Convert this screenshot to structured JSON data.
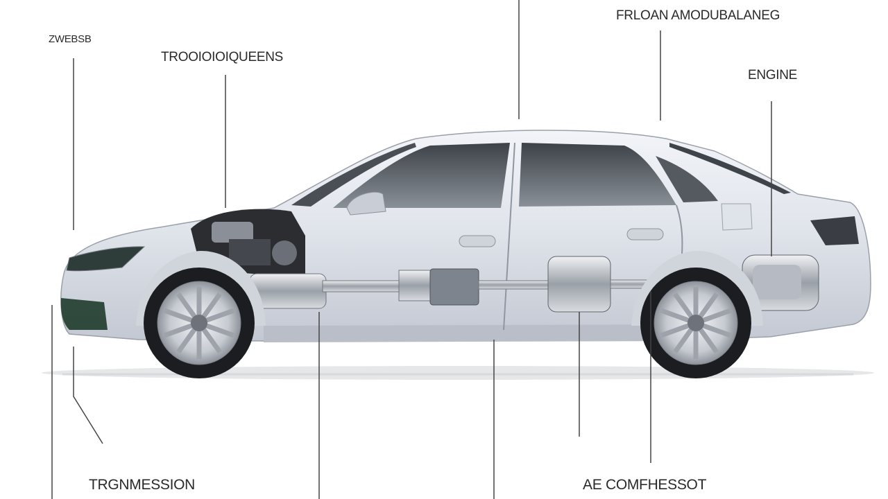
{
  "labels": {
    "top_left": "ZWEBSB",
    "top_center_left": "TROOIOIOIQUEENS",
    "top_right": "FRLOAN AMODUBALANEG",
    "engine": "ENGINE",
    "transmission": "TRGNMESSION",
    "ac_compressor": "AE COMFHESSOT"
  },
  "colors": {
    "body": "#e3e7ee",
    "body_shade": "#c9ced8",
    "glass": "#5c6168",
    "tire": "#1c1d20",
    "rim": "#d4d8de",
    "leader_line": "#444444",
    "text": "#2a2a2a"
  }
}
